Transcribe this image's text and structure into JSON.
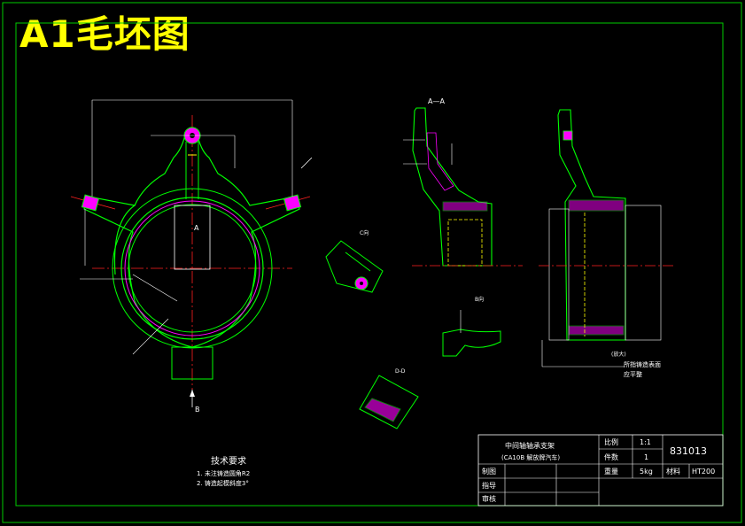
{
  "title": "A1毛坯图",
  "colors": {
    "background": "#000000",
    "frame": "#00cc00",
    "outline": "#00ff00",
    "center_line": "#ff2020",
    "dimension": "#ffffff",
    "hatch": "#ff00ff",
    "title": "#ffff00"
  },
  "views": {
    "section_aa": "A—A",
    "view_a": "A",
    "view_b": "B",
    "view_c": "C向",
    "view_b_detail": "B向",
    "section_dd": "D-D"
  },
  "side_notes": {
    "enlarged": "(放大)",
    "surface_note_1": "所指铸造表面",
    "surface_note_2": "应平整"
  },
  "tech_requirements": {
    "heading": "技术要求",
    "item1": "1. 未注铸造圆角R2",
    "item2": "2. 铸造起模斜度3°"
  },
  "title_block": {
    "part_name": "中间轴轴承支架",
    "vehicle": "(CA10B 解放牌汽车)",
    "scale_label": "比例",
    "scale_value": "1:1",
    "quantity_label": "件数",
    "quantity_value": "1",
    "weight_label": "重量",
    "weight_value": "5kg",
    "material_label": "材料",
    "material_value": "HT200",
    "drawing_no": "831013",
    "drawn_by_label": "制图",
    "supervisor_label": "指导",
    "reviewer_label": "审核"
  }
}
